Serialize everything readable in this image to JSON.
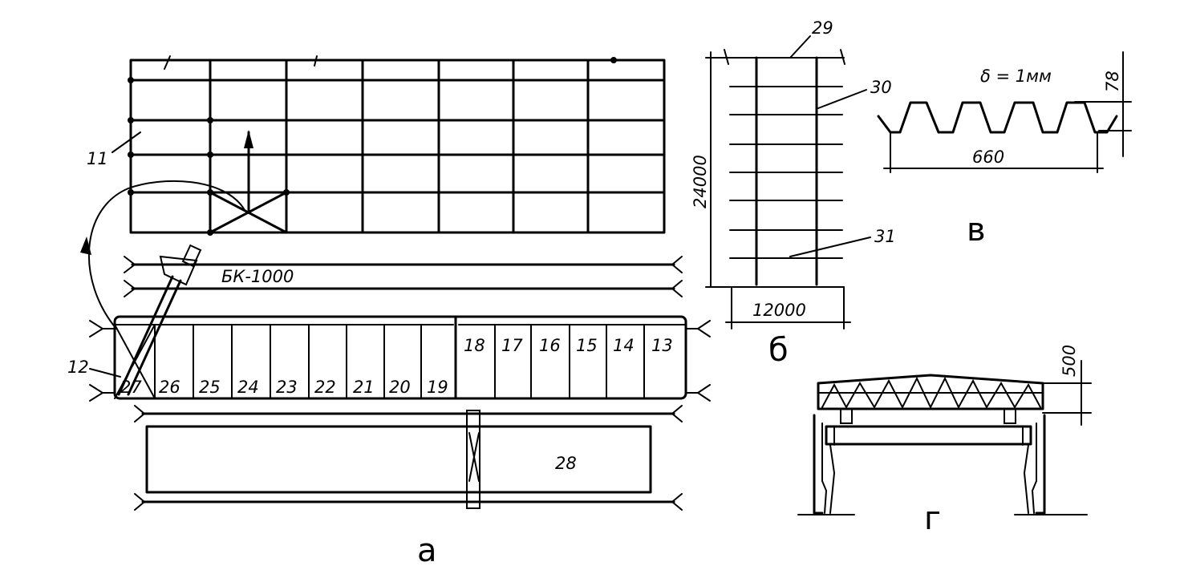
{
  "diagram": {
    "grid_label": "11",
    "crane_label": "БК-1000",
    "erected_label": "12",
    "truss_stack_label": "28",
    "cell_numbers_left": [
      "27",
      "26",
      "25",
      "24",
      "23",
      "22",
      "21",
      "20",
      "19"
    ],
    "cell_numbers_right": [
      "18",
      "17",
      "16",
      "15",
      "14",
      "13"
    ],
    "panel_b": {
      "top_label": "29",
      "side_label_30": "30",
      "side_label_31": "31",
      "height_dim": "24000",
      "width_dim": "12000",
      "letter": "б"
    },
    "panel_v": {
      "thickness": "δ = 1мм",
      "height_dim": "78",
      "width_dim": "660",
      "letter": "в"
    },
    "panel_g": {
      "height_dim": "500",
      "letter": "г"
    },
    "panel_a_letter": "а"
  }
}
